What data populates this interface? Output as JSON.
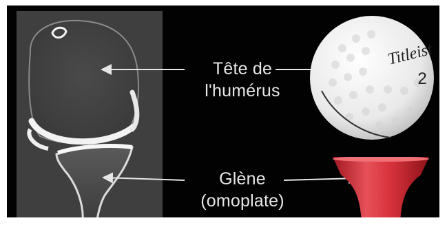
{
  "labels": {
    "humeral_head": [
      "Tête de",
      "l'humérus"
    ],
    "glenoid": [
      "Glène",
      "(omoplate)"
    ]
  },
  "golf_ball": {
    "brand": "Titleist",
    "number": "2"
  },
  "colors": {
    "background": "#020202",
    "label_text": "#e6e6e6",
    "tee_red": "#d8323c"
  }
}
